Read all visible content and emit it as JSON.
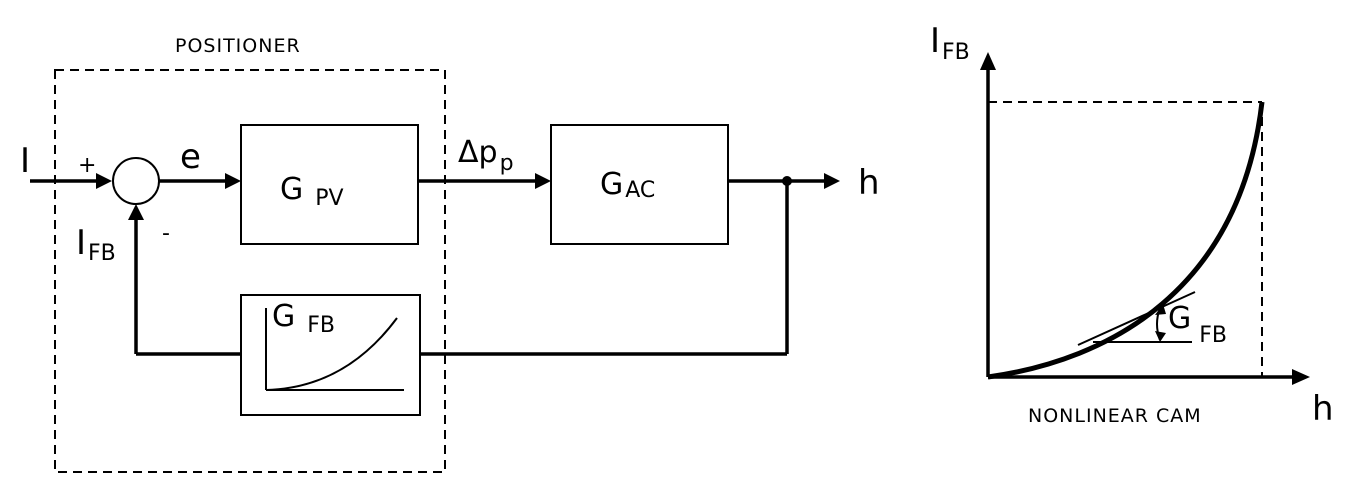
{
  "block_diagram": {
    "group_label": "POSITIONER",
    "input_label": "I",
    "error_label": "e",
    "sum_plus": "+",
    "sum_minus": "-",
    "feedback_signal": {
      "main": "I",
      "sub": "FB"
    },
    "pv_block": {
      "main": "G",
      "sub": "PV"
    },
    "pressure_signal": {
      "main": "Δp",
      "sub": "p"
    },
    "ac_block": {
      "main": "G",
      "sub": "AC"
    },
    "output_label": "h",
    "fb_block": {
      "main": "G",
      "sub": "FB"
    }
  },
  "cam_chart": {
    "y_axis": {
      "main": "I",
      "sub": "FB"
    },
    "x_axis": "h",
    "slope_label": {
      "main": "G",
      "sub": "FB"
    },
    "caption": "NONLINEAR CAM"
  }
}
